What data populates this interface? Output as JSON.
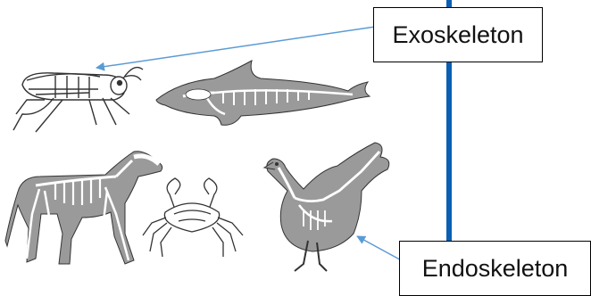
{
  "labels": {
    "exoskeleton": "Exoskeleton",
    "endoskeleton": "Endoskeleton"
  },
  "animals": [
    {
      "name": "grasshopper",
      "skeleton": "exoskeleton"
    },
    {
      "name": "dolphin",
      "skeleton": "endoskeleton"
    },
    {
      "name": "dog",
      "skeleton": "endoskeleton"
    },
    {
      "name": "crab",
      "skeleton": "exoskeleton"
    },
    {
      "name": "bird",
      "skeleton": "endoskeleton"
    }
  ],
  "colors": {
    "divider_line": "#0b5fb3",
    "arrow": "#5b9bd5",
    "animal_body": "#9a9a9a",
    "bone": "#ffffff",
    "outline": "#333333",
    "box_border": "#000000"
  }
}
